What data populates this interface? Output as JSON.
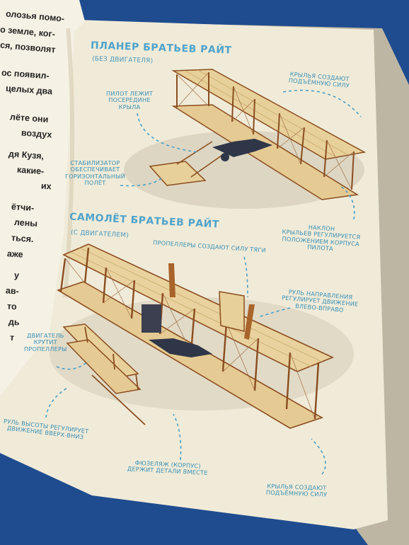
{
  "left_page": {
    "lines": [
      "олозья помо-",
      "о земле, ког-",
      "ся, позволят",
      "ос появил-",
      "целых два",
      "лёте они",
      "воздух",
      "дя Кузя,",
      "какие-",
      "их",
      "ётчи-",
      "лены",
      "ться.",
      "аже",
      "у",
      "ав-",
      "то",
      "дь",
      "т"
    ]
  },
  "glider": {
    "title": "ПЛАНЕР БРАТЬЕВ РАЙТ",
    "subtitle": "(БЕЗ ДВИГАТЕЛЯ)",
    "labels": {
      "pilot": [
        "ПИЛОТ ЛЕЖИТ",
        "ПОСЕРЕДИНЕ",
        "КРЫЛА"
      ],
      "lift": [
        "КРЫЛЬЯ СОЗДАЮТ",
        "ПОДЪЁМНУЮ СИЛУ"
      ],
      "stabilizer": [
        "СТАБИЛИЗАТОР",
        "ОБЕСПЕЧИВАЕТ",
        "ГОРИЗОНТАЛЬНЫЙ",
        "ПОЛЁТ"
      ],
      "tilt": [
        "НАКЛОН",
        "КРЫЛЬЕВ РЕГУЛИРУЕТСЯ",
        "ПОЛОЖЕНИЕМ КОРПУСА",
        "ПИЛОТА"
      ]
    }
  },
  "plane": {
    "title": "САМОЛЁТ БРАТЬЕВ РАЙТ",
    "subtitle": "(С ДВИГАТЕЛЕМ)",
    "labels": {
      "propellers": [
        "ПРОПЕЛЛЕРЫ СОЗДАЮТ СИЛУ ТЯГИ"
      ],
      "rudder": [
        "РУЛЬ НАПРАВЛЕНИЯ",
        "РЕГУЛИРУЕТ ДВИЖЕНИЕ",
        "ВЛЕВО-ВПРАВО"
      ],
      "engine": [
        "ДВИГАТЕЛЬ",
        "КРУТИТ",
        "ПРОПЕЛЛЕРЫ"
      ],
      "elevator": [
        "РУЛЬ ВЫСОТЫ РЕГУЛИРУЕТ",
        "ДВИЖЕНИЕ ВВЕРХ-ВНИЗ"
      ],
      "fuselage": [
        "ФЮЗЕЛЯЖ (КОРПУС)",
        "ДЕРЖИТ ДЕТАЛИ ВМЕСТЕ"
      ],
      "lift": [
        "КРЫЛЬЯ СОЗДАЮТ",
        "ПОДЪЁМНУЮ СИЛУ"
      ]
    }
  },
  "colors": {
    "background": "#1f4c8f",
    "page": "#f1ecd9",
    "label": "#3a8fb5",
    "wing": "#e7cf98",
    "strut": "#8a4d1f"
  }
}
